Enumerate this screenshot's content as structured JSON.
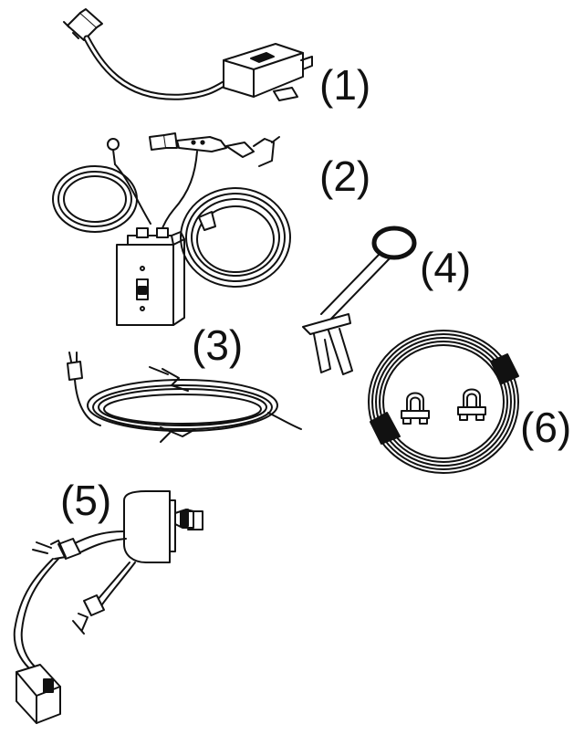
{
  "labels": {
    "part1": "(1)",
    "part2": "(2)",
    "part3": "(3)",
    "part4": "(4)",
    "part5": "(5)",
    "part6": "(6)"
  },
  "colors": {
    "line": "#111111",
    "fill": "#ffffff",
    "band": "#111111"
  },
  "icons": [
    "power-cord-icon",
    "toggle-switch-icon",
    "grounding-lug-icon",
    "wire-rope-clip-icon",
    "electrical-box-icon",
    "lifting-tool-icon"
  ]
}
